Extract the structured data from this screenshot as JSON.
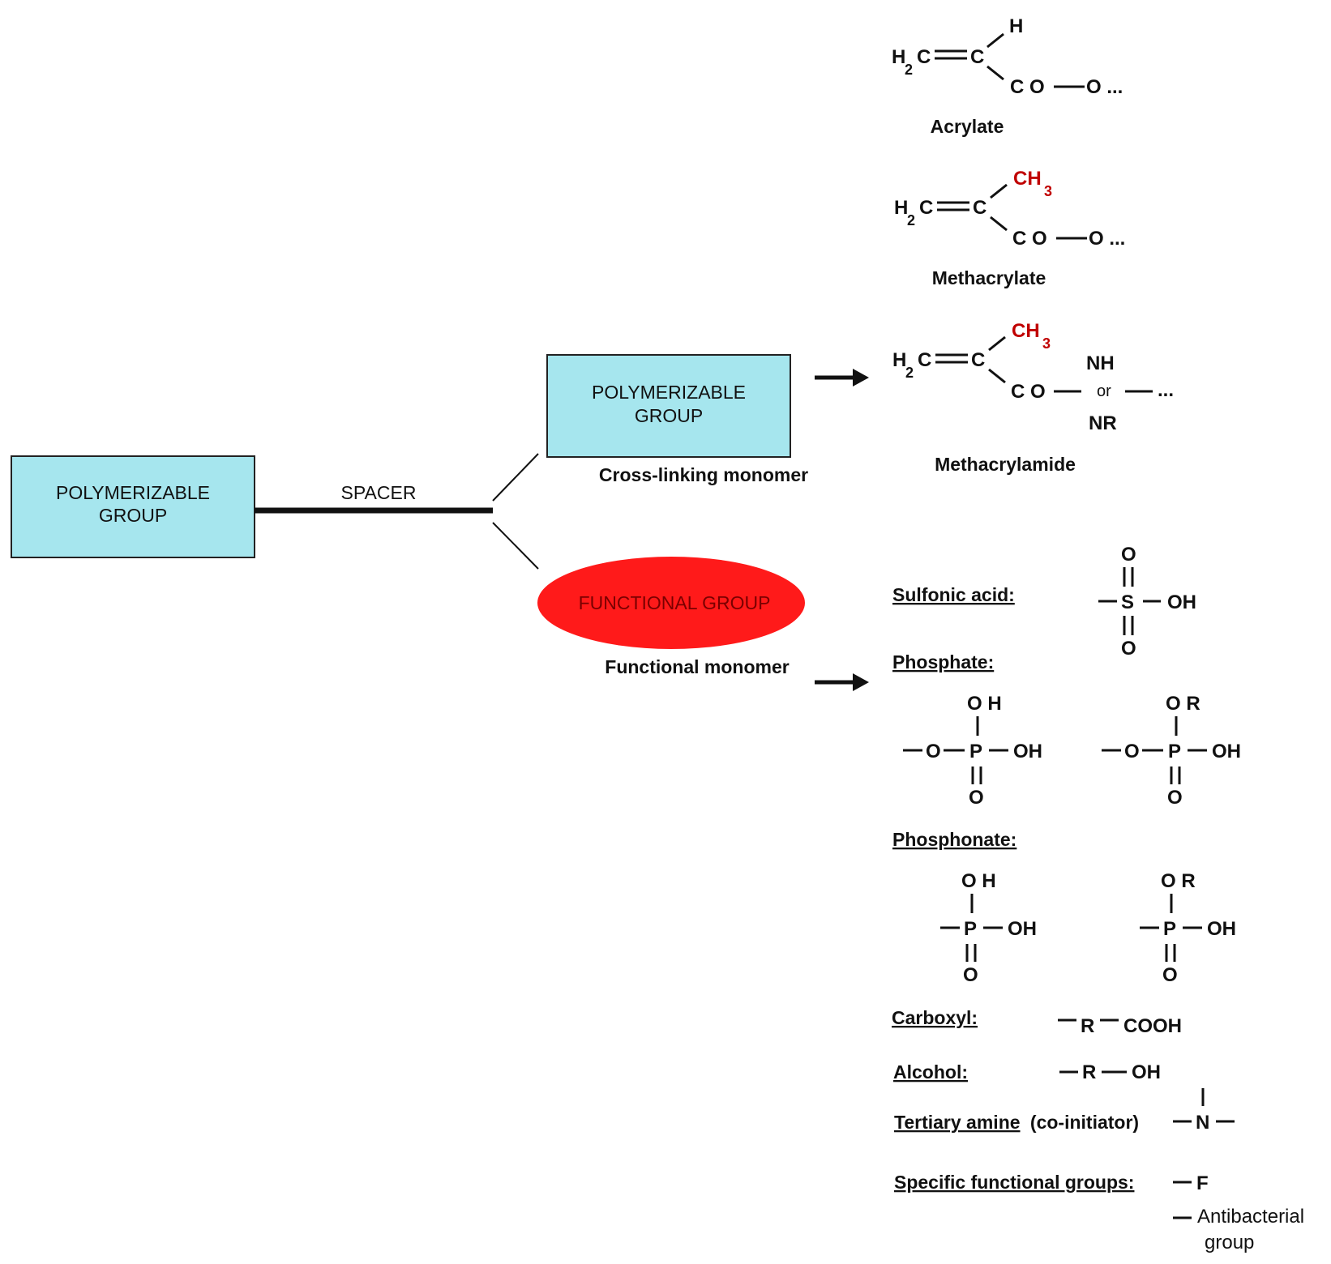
{
  "colors": {
    "box_fill": "#a6e6ee",
    "ellipse_fill": "#ff1a1a",
    "methyl_red": "#c00000",
    "ellipse_text": "#7a0000"
  },
  "left_box": {
    "line1": "POLYMERIZABLE",
    "line2": "GROUP"
  },
  "spacer_label": "SPACER",
  "right_box": {
    "line1": "POLYMERIZABLE",
    "line2": "GROUP"
  },
  "crosslink_caption": "Cross-linking monomer",
  "ellipse_label": "FUNCTIONAL GROUP",
  "functional_caption": "Functional monomer",
  "acrylate": {
    "h2c": "H",
    "sub2": "2",
    "c_eq": "C",
    "c2": "C",
    "h": "H",
    "coo": "C O",
    "o": "O ...",
    "name": "Acrylate"
  },
  "methacrylate": {
    "h2c": "H",
    "sub2": "2",
    "c_eq": "C",
    "c2": "C",
    "ch3": "CH",
    "sub3": "3",
    "coo": "C O",
    "o": "O ...",
    "name": "Methacrylate"
  },
  "methacrylamide": {
    "h2c": "H",
    "sub2": "2",
    "c_eq": "C",
    "c2": "C",
    "ch3": "CH",
    "sub3": "3",
    "co": "C O",
    "nh": "NH",
    "or": "or",
    "nr": "NR",
    "dots": "...",
    "name": "Methacrylamide"
  },
  "sulfonic": {
    "label": "Sulfonic acid:",
    "o_top": "O",
    "s": "S",
    "oh": "OH",
    "o_bottom": "O"
  },
  "phosphate": {
    "label": "Phosphate:",
    "left": {
      "top": "O H",
      "o": "O",
      "p": "P",
      "oh": "OH",
      "bottom": "O"
    },
    "right": {
      "top": "O R",
      "o": "O",
      "p": "P",
      "oh": "OH",
      "bottom": "O"
    }
  },
  "phosphonate": {
    "label": "Phosphonate:",
    "left": {
      "top": "O H",
      "p": "P",
      "oh": "OH",
      "bottom": "O"
    },
    "right": {
      "top": "O R",
      "p": "P",
      "oh": "OH",
      "bottom": "O"
    }
  },
  "carboxyl": {
    "label": "Carboxyl:",
    "r": "R",
    "cooh": "COOH"
  },
  "alcohol": {
    "label": "Alcohol:",
    "r": "R",
    "oh": "OH"
  },
  "amine": {
    "label": "Tertiary amine",
    "note": "(co-initiator)",
    "n": "N"
  },
  "specific": {
    "label": "Specific functional groups:",
    "f": "F",
    "anti1": "Antibacterial",
    "anti2": "group"
  }
}
